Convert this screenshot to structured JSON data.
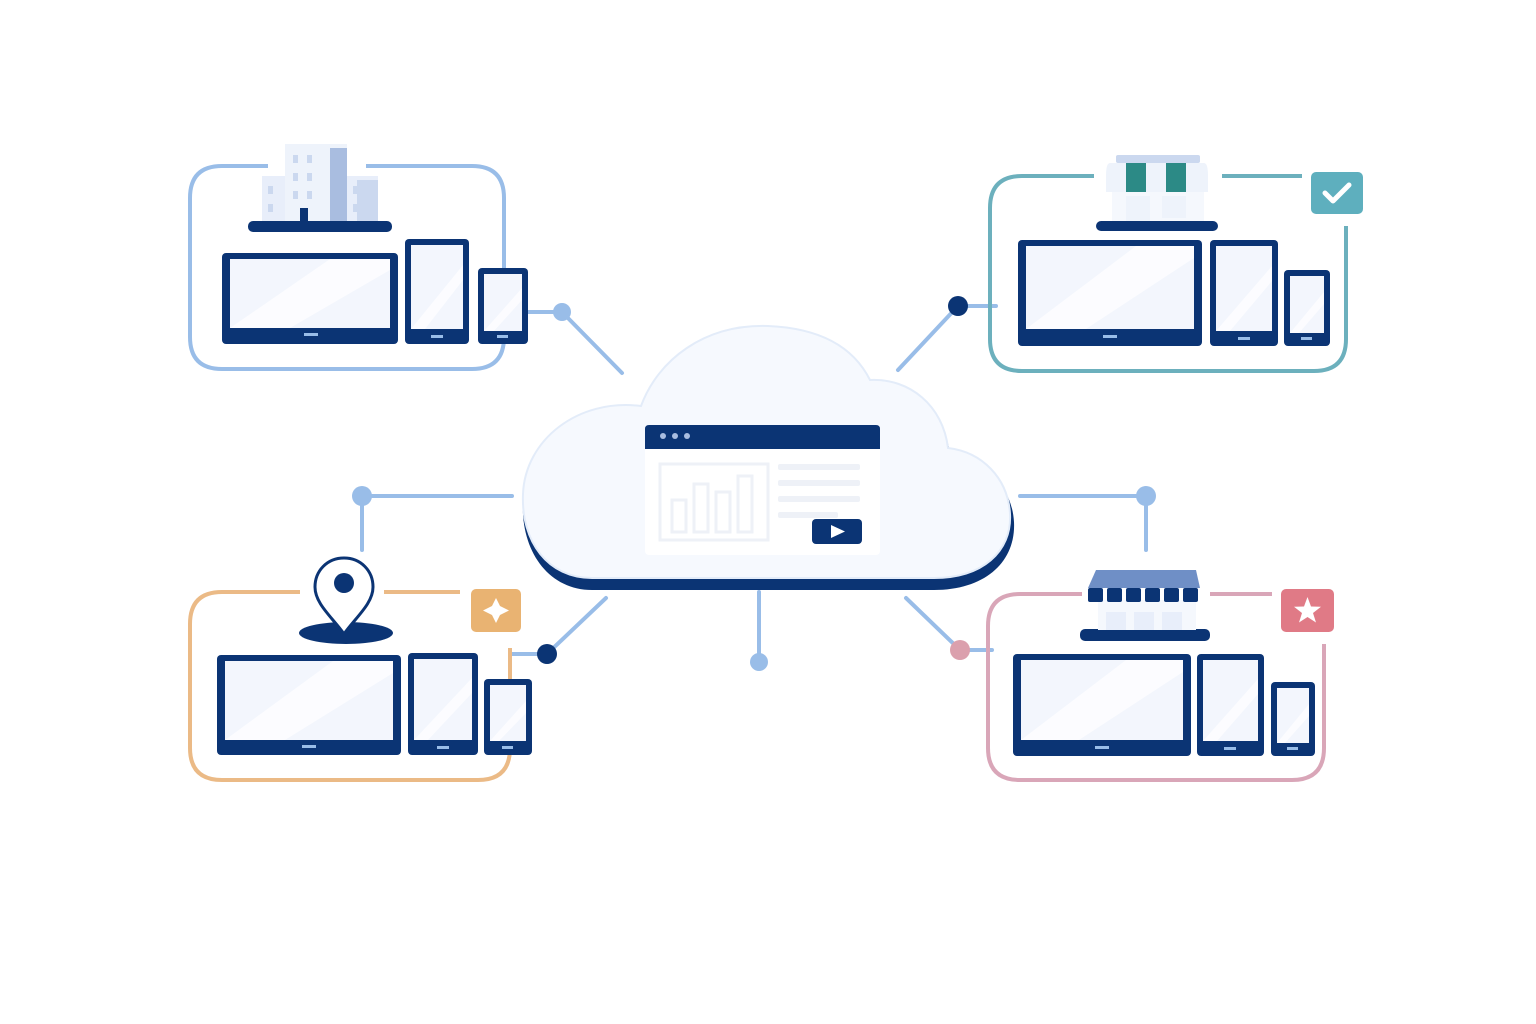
{
  "colors": {
    "navy": "#0b3474",
    "screen": "#f3f6fd",
    "screen_shine": "#ffffff",
    "cloud_fill": "#f6f9fe",
    "cloud_shadow": "#e3ecf9",
    "blue": "#99bde8",
    "teal": "#6cb0bd",
    "orange": "#ebba86",
    "pink": "#d9a6b8",
    "pink_dot": "#dba0ad",
    "teal_badge": "#5eafbe",
    "orange_badge": "#e9b372",
    "red_badge": "#e07a86",
    "building_light": "#e8eefa",
    "building_mid": "#cbd8ef",
    "building_dark": "#a9bde0",
    "awning_green": "#2c8a86",
    "awning_white": "#eef3fb",
    "awning_blue": "#6f8fc6"
  },
  "nodes": [
    {
      "id": "office",
      "accent": "blue",
      "icon": "office-building-icon",
      "badge": null
    },
    {
      "id": "store",
      "accent": "teal",
      "icon": "storefront-awning-icon",
      "badge": "checkmark-badge-icon"
    },
    {
      "id": "location",
      "accent": "orange",
      "icon": "map-pin-icon",
      "badge": "sparkle-badge-icon"
    },
    {
      "id": "shop",
      "accent": "pink",
      "icon": "shop-building-icon",
      "badge": "star-badge-icon"
    }
  ],
  "hub": {
    "icon": "cloud-icon",
    "window": "browser-window-icon",
    "content": [
      "bar-chart-icon",
      "text-lines-icon",
      "video-play-icon"
    ]
  },
  "devices": [
    "desktop-monitor-icon",
    "tablet-icon",
    "smartphone-icon"
  ]
}
